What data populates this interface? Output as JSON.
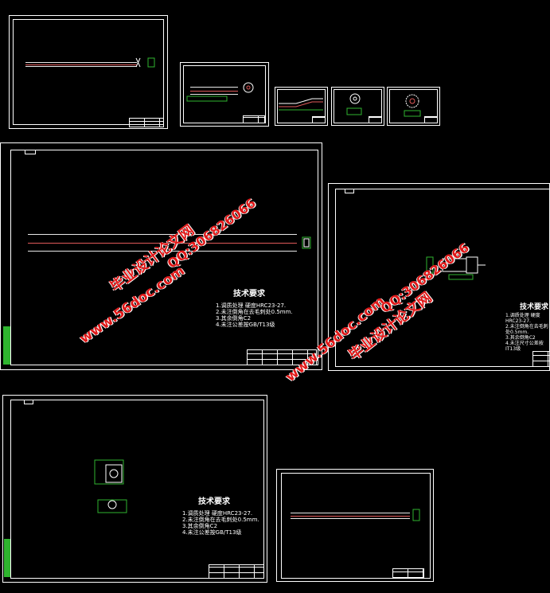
{
  "drawings": {
    "tech_title": "技术要求",
    "tech_items": [
      "1.调质处理    硬度HRC23-27.",
      "2.未注倒角在去毛刺处0.5mm.",
      "3.其余倒角C2",
      "4.未注公差按GB/T13级"
    ],
    "tech_items_short": [
      "1.调质处理    硬度HRC23-27.",
      "2.未注倒角在去毛刺处0.5mm.",
      "3.其余倒角C2",
      "4.未注尺寸公差按IT13级"
    ]
  },
  "watermarks": {
    "site": "www.56doc.com",
    "qq": "QQ:306826066",
    "name": "毕业设计论文网"
  },
  "colors": {
    "background": "#000000",
    "frame": "#ffffff",
    "accent_green": "#2fb52f",
    "watermark_red": "#e01818",
    "center_line": "#e05a5a"
  }
}
